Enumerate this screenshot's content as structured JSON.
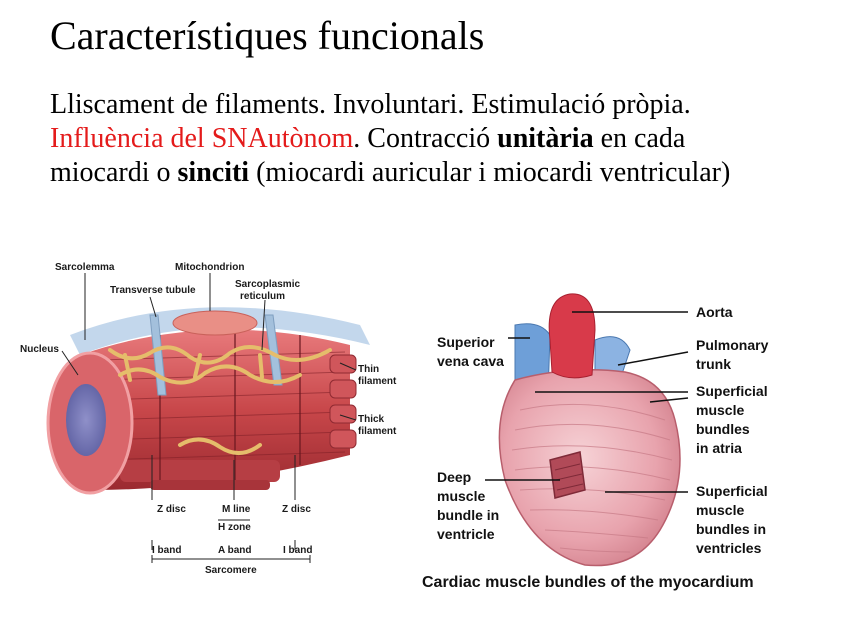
{
  "slide": {
    "title": "Característiques funcionals",
    "line1": "Lliscament de filaments. Involuntari. Estimulació pròpia.",
    "line2_red": "Influència del SNAutònom",
    "line2_rest_a": ". Contracció ",
    "line2_bold": "unitària",
    "line2_rest_b": " en cada",
    "line3_a": "miocardi o ",
    "line3_bold": "sinciti",
    "line3_b": " (miocardi auricular i miocardi ventricular)"
  },
  "left_figure": {
    "labels": {
      "sarcolemma": "Sarcolemma",
      "mitochondrion": "Mitochondrion",
      "transverse_tubule": "Transverse tubule",
      "sarcoplasmic_1": "Sarcoplasmic",
      "sarcoplasmic_2": "reticulum",
      "nucleus": "Nucleus",
      "thin_1": "Thin",
      "thin_2": "filament",
      "thick_1": "Thick",
      "thick_2": "filament",
      "z_disc_left": "Z disc",
      "m_line": "M line",
      "z_disc_right": "Z disc",
      "h_zone": "H zone",
      "i_band_left": "I band",
      "a_band": "A band",
      "i_band_right": "I band",
      "sarcomere": "Sarcomere"
    }
  },
  "right_figure": {
    "labels": {
      "aorta": "Aorta",
      "superior_1": "Superior",
      "superior_2": "vena cava",
      "pulmonary_1": "Pulmonary",
      "pulmonary_2": "trunk",
      "sup_atria_1": "Superficial",
      "sup_atria_2": "muscle",
      "sup_atria_3": "bundles",
      "sup_atria_4": "in atria",
      "deep_1": "Deep",
      "deep_2": "muscle",
      "deep_3": "bundle in",
      "deep_4": "ventricle",
      "sup_vent_1": "Superficial",
      "sup_vent_2": "muscle",
      "sup_vent_3": "bundles in",
      "sup_vent_4": "ventricles"
    },
    "caption": "Cardiac muscle bundles of the myocardium"
  },
  "colors": {
    "accent_red": "#e41b1b",
    "muscle": "#c8474a",
    "sarcolemma_blue": "#a9c6e0",
    "reticulum_yellow": "#e9c67a",
    "heart_pink": "#eab0b8",
    "aorta_red": "#d83a4a",
    "vena_blue": "#6e9fd8"
  }
}
